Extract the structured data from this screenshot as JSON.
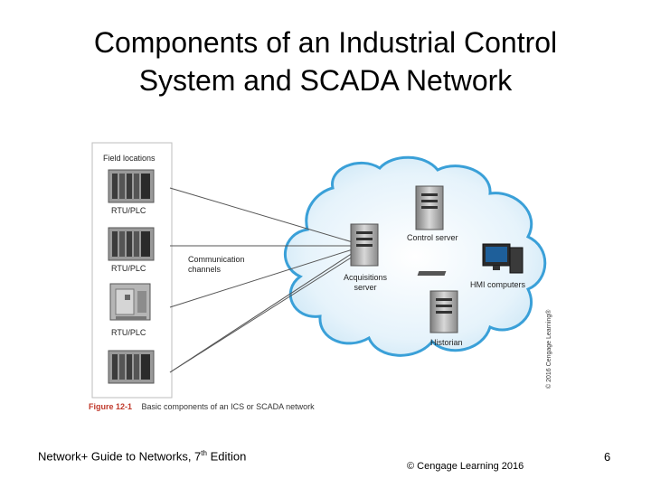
{
  "slide": {
    "title_line1": "Components of an Industrial Control",
    "title_line2": "System and SCADA Network"
  },
  "figure": {
    "field_locations_label": "Field locations",
    "rtu_labels": [
      "RTU/PLC",
      "RTU/PLC",
      "RTU/PLC"
    ],
    "comm_channels_line1": "Communication",
    "comm_channels_line2": "channels",
    "acq_server_line1": "Acquisitions",
    "acq_server_line2": "server",
    "control_server": "Control server",
    "hmi_computers": "HMI computers",
    "historian": "Historian",
    "caption_number": "Figure 12-1",
    "caption_text": "Basic components of an ICS or SCADA network",
    "credit": "© 2016 Cengage Learning®",
    "colors": {
      "cloud_fill": "#dceef8",
      "cloud_stroke": "#3aa0d8",
      "caption_red": "#c0392b"
    }
  },
  "footer": {
    "book_prefix": "Network+ Guide to Networks, 7",
    "book_sup": "th",
    "book_suffix": " Edition",
    "copyright": "© Cengage Learning  2016",
    "page_number": "6"
  }
}
